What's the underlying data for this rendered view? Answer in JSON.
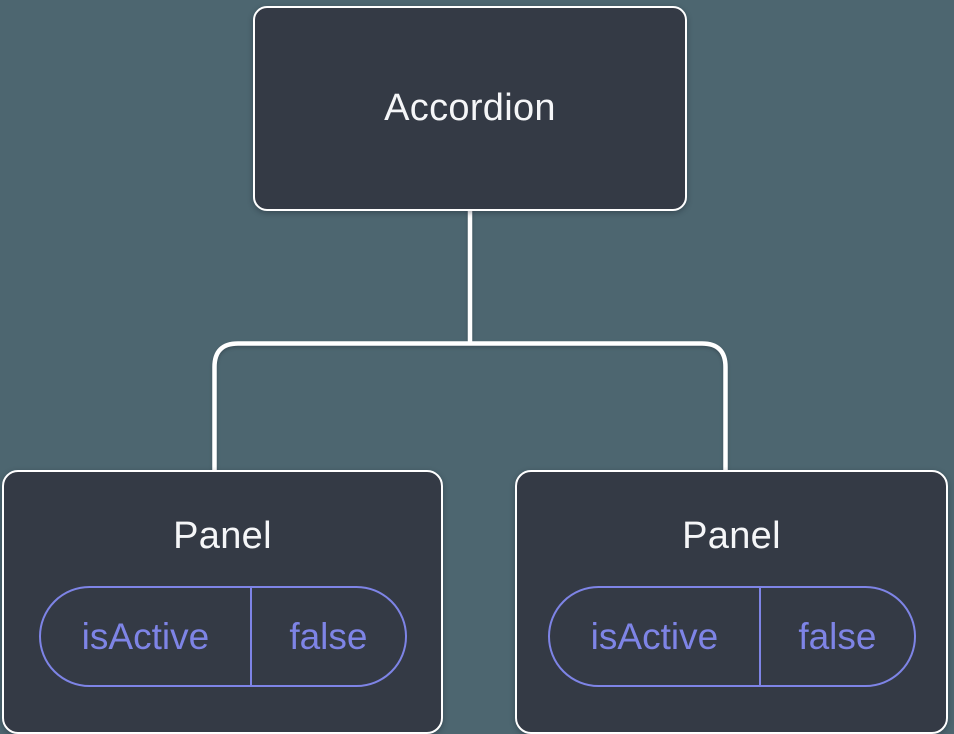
{
  "colors": {
    "background": "#4D6670",
    "node_fill": "#343A45",
    "node_border": "#FFFFFF",
    "connector": "#FFFFFF",
    "accent_purple": "#7E84E6",
    "title_text": "#F5F6F8"
  },
  "tree": {
    "root": {
      "title": "Accordion"
    },
    "children": [
      {
        "title": "Panel",
        "state": {
          "name": "isActive",
          "value": "false"
        }
      },
      {
        "title": "Panel",
        "state": {
          "name": "isActive",
          "value": "false"
        }
      }
    ]
  }
}
